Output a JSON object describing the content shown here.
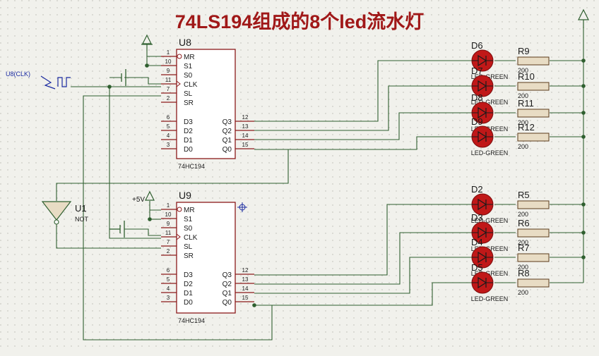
{
  "title": "74LS194组成的8个led流水灯",
  "clock": {
    "label": "U8(CLK)"
  },
  "power": {
    "label": "+5V"
  },
  "inverter": {
    "ref": "U1",
    "type": "NOT"
  },
  "chips": [
    {
      "ref": "U8",
      "part": "74HC194",
      "left_pins": [
        {
          "num": "1",
          "name": "MR"
        },
        {
          "num": "10",
          "name": "S1"
        },
        {
          "num": "9",
          "name": "S0"
        },
        {
          "num": "11",
          "name": "CLK"
        },
        {
          "num": "7",
          "name": "SL"
        },
        {
          "num": "2",
          "name": "SR"
        },
        {
          "num": "6",
          "name": "D3"
        },
        {
          "num": "5",
          "name": "D2"
        },
        {
          "num": "4",
          "name": "D1"
        },
        {
          "num": "3",
          "name": "D0"
        }
      ],
      "right_pins": [
        {
          "num": "12",
          "name": "Q3"
        },
        {
          "num": "13",
          "name": "Q2"
        },
        {
          "num": "14",
          "name": "Q1"
        },
        {
          "num": "15",
          "name": "Q0"
        }
      ]
    },
    {
      "ref": "U9",
      "part": "74HC194",
      "left_pins": [
        {
          "num": "1",
          "name": "MR"
        },
        {
          "num": "10",
          "name": "S1"
        },
        {
          "num": "9",
          "name": "S0"
        },
        {
          "num": "11",
          "name": "CLK"
        },
        {
          "num": "7",
          "name": "SL"
        },
        {
          "num": "2",
          "name": "SR"
        },
        {
          "num": "6",
          "name": "D3"
        },
        {
          "num": "5",
          "name": "D2"
        },
        {
          "num": "4",
          "name": "D1"
        },
        {
          "num": "3",
          "name": "D0"
        }
      ],
      "right_pins": [
        {
          "num": "12",
          "name": "Q3"
        },
        {
          "num": "13",
          "name": "Q2"
        },
        {
          "num": "14",
          "name": "Q1"
        },
        {
          "num": "15",
          "name": "Q0"
        }
      ]
    }
  ],
  "leds": [
    {
      "ref": "D6",
      "type": "LED-GREEN"
    },
    {
      "ref": "D7",
      "type": "LED-GREEN"
    },
    {
      "ref": "D8",
      "type": "LED-GREEN"
    },
    {
      "ref": "D9",
      "type": "LED-GREEN"
    },
    {
      "ref": "D2",
      "type": "LED-GREEN"
    },
    {
      "ref": "D3",
      "type": "LED-GREEN"
    },
    {
      "ref": "D4",
      "type": "LED-GREEN"
    },
    {
      "ref": "D5",
      "type": "LED-GREEN"
    }
  ],
  "resistors": [
    {
      "ref": "R9",
      "value": "200"
    },
    {
      "ref": "R10",
      "value": "200"
    },
    {
      "ref": "R11",
      "value": "200"
    },
    {
      "ref": "R12",
      "value": "200"
    },
    {
      "ref": "R5",
      "value": "200"
    },
    {
      "ref": "R6",
      "value": "200"
    },
    {
      "ref": "R7",
      "value": "200"
    },
    {
      "ref": "R8",
      "value": "200"
    }
  ],
  "colors": {
    "background": "#f1f1ec",
    "dots": "#b8b8b0",
    "wire": "#2f5f2f",
    "chip_border": "#8b1a1a",
    "chip_fill": "#ffffff",
    "pin": "#8b1a1a",
    "led": "#c01818",
    "resistor_fill": "#e8dcc4",
    "title": "#a01818",
    "label_blue": "#1a2aa0"
  }
}
